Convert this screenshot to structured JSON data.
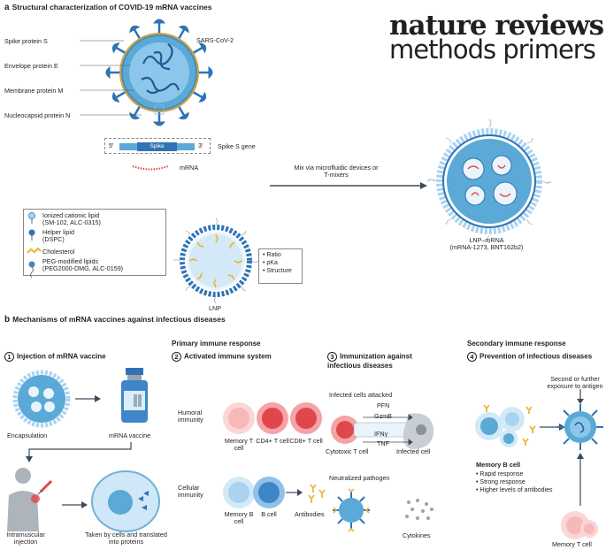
{
  "brand": {
    "line1": "nature reviews",
    "line2": "methods primers"
  },
  "section_a": {
    "letter": "a",
    "title": "Structural characterization of COVID-19 mRNA vaccines",
    "virus_labels": [
      "Spike protein S",
      "Envelope protein E",
      "Membrane protein M",
      "Nucleocapsid protein N"
    ],
    "virus_name": "SARS-CoV-2",
    "gene": {
      "five": "5′",
      "three": "3′",
      "name": "Spike",
      "label": "Spike S gene"
    },
    "mrna_label": "mRNA",
    "mix_label": "Mix via microfluidic devices or T-mixers",
    "legend": [
      {
        "name": "Ionized cationic lipid",
        "detail": "(SM-102, ALC-0315)"
      },
      {
        "name": "Helper lipid",
        "detail": "(DSPC)"
      },
      {
        "name": "Cholesterol",
        "detail": ""
      },
      {
        "name": "PEG-modified lipids",
        "detail": "(PEG2000-DMG, ALC-0159)"
      }
    ],
    "lnp_label": "LNP",
    "lnp_props": [
      "Ratio",
      "pKa",
      "Structure"
    ],
    "lnp_mrna": {
      "name": "LNP–mRNA",
      "detail": "(mRNA-1273, BNT162b2)"
    }
  },
  "section_b": {
    "letter": "b",
    "title": "Mechanisms of mRNA vaccines against infectious diseases",
    "primary": "Primary immune response",
    "secondary": "Secondary immune response",
    "steps": [
      {
        "n": "1",
        "label": "Injection of mRNA vaccine"
      },
      {
        "n": "2",
        "label": "Activated immune system"
      },
      {
        "n": "3",
        "label": "Immunization against infectious diseases"
      },
      {
        "n": "4",
        "label": "Prevention of infectious diseases"
      }
    ],
    "step1": {
      "encapsulation": "Encapsulation",
      "vaccine": "mRNA vaccine",
      "injection": "Intramuscular injection",
      "taken": "Taken by cells and translated into proteins"
    },
    "step2": {
      "humoral": "Humoral immunity",
      "cellular": "Cellular immunity",
      "cells_top": [
        "Memory T cell",
        "CD4+ T cell",
        "CD8+ T cell"
      ],
      "cells_bottom": [
        "Memory B cell",
        "B cell",
        "Antibodies"
      ]
    },
    "step3": {
      "attacked": "Infected cells attacked",
      "molecules": [
        "PFN",
        "GzmB",
        "IFNγ",
        "TNF"
      ],
      "cytotoxic": "Cytotoxic T cell",
      "infected": "Infected cell",
      "neutralized": "Neutralized pathogen",
      "cytokines": "Cytokines"
    },
    "step4": {
      "exposure": "Second or further exposure to antigen",
      "memory_b": "Memory B cell",
      "bullets": [
        "Rapid response",
        "Strong response",
        "Higher levels of antibodies"
      ],
      "memory_t": "Memory T cell"
    }
  },
  "colors": {
    "virus": "#5aa9d6",
    "spike": "#2f73b6",
    "red_cell": "#e0474c",
    "pink_cell": "#f6b8b8",
    "blue_cell": "#3f86c8",
    "light_blue": "#a9d3ef",
    "lipid_yellow": "#e8b93a",
    "arrow": "#3c4a5a"
  }
}
